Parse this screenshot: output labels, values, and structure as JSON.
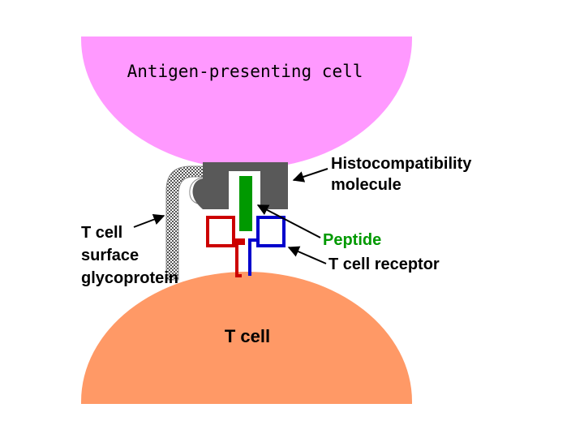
{
  "labels": {
    "apc": "Antigen-presenting cell",
    "histo_line1": "Histocompatibility",
    "histo_line2": "molecule",
    "peptide": "Peptide",
    "tcr": "T cell receptor",
    "glyco_line1": "T cell",
    "glyco_line2": "surface",
    "glyco_line3": "glycoprotein",
    "tcell": "T cell"
  },
  "colors": {
    "apc": "#ff99ff",
    "tcell": "#ff9966",
    "mhc": "#595959",
    "peptide": "#009900",
    "tcr_left": "#cc0000",
    "tcr_right": "#0000cc",
    "peptide_label": "#009900",
    "text": "#000000"
  }
}
